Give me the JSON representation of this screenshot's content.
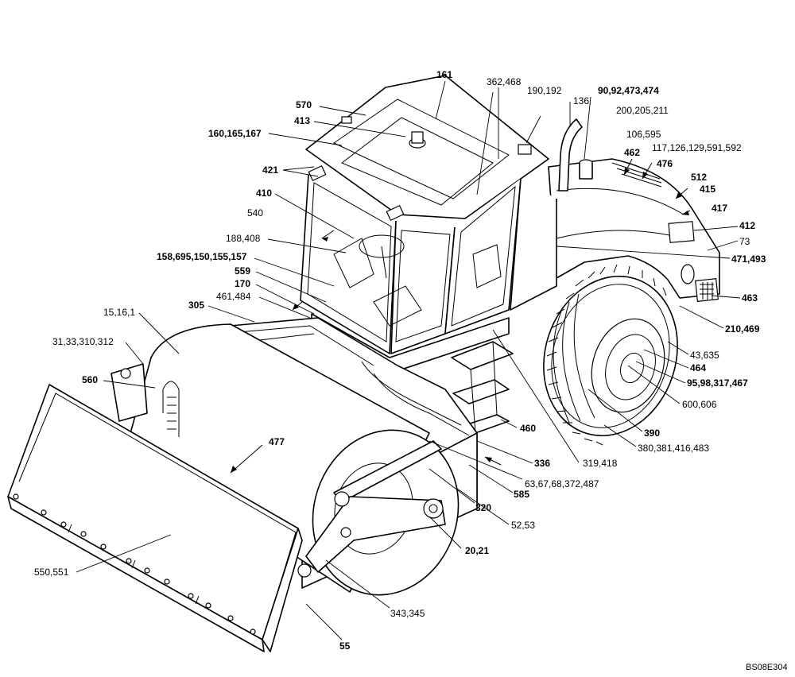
{
  "diagram": {
    "code": "BS08E304",
    "callouts": [
      {
        "id": "c161",
        "text": "161",
        "bold": true
      },
      {
        "id": "c570",
        "text": "570",
        "bold": true
      },
      {
        "id": "c413",
        "text": "413",
        "bold": true
      },
      {
        "id": "c160",
        "text": "160,165,167",
        "bold": true
      },
      {
        "id": "c421",
        "text": "421",
        "bold": true
      },
      {
        "id": "c410",
        "text": "410",
        "bold": true
      },
      {
        "id": "c540",
        "text": "540",
        "bold": false
      },
      {
        "id": "c188",
        "text": "188,408",
        "bold": false
      },
      {
        "id": "c158",
        "text": "158,695,150,155,157",
        "bold": true
      },
      {
        "id": "c559",
        "text": "559",
        "bold": true
      },
      {
        "id": "c170",
        "text": "170",
        "bold": true
      },
      {
        "id": "c461",
        "text": "461,484",
        "bold": false
      },
      {
        "id": "c305",
        "text": "305",
        "bold": true
      },
      {
        "id": "c15",
        "text": "15,16,1",
        "bold": false
      },
      {
        "id": "c31",
        "text": "31,33,310,312",
        "bold": false
      },
      {
        "id": "c560",
        "text": "560",
        "bold": true
      },
      {
        "id": "c477",
        "text": "477",
        "bold": true
      },
      {
        "id": "c550",
        "text": "550,551",
        "bold": false
      },
      {
        "id": "c55",
        "text": "55",
        "bold": true
      },
      {
        "id": "c343",
        "text": "343,345",
        "bold": false
      },
      {
        "id": "c20",
        "text": "20,21",
        "bold": true
      },
      {
        "id": "c52",
        "text": "52,53",
        "bold": false
      },
      {
        "id": "c320",
        "text": "320",
        "bold": true
      },
      {
        "id": "c585",
        "text": "585",
        "bold": true
      },
      {
        "id": "c63",
        "text": "63,67,68,372,487",
        "bold": false
      },
      {
        "id": "c336",
        "text": "336",
        "bold": true
      },
      {
        "id": "c460",
        "text": "460",
        "bold": true
      },
      {
        "id": "c319",
        "text": "319,418",
        "bold": false
      },
      {
        "id": "c380",
        "text": "380,381,416,483",
        "bold": false
      },
      {
        "id": "c390",
        "text": "390",
        "bold": true
      },
      {
        "id": "c600",
        "text": "600,606",
        "bold": false
      },
      {
        "id": "c95",
        "text": "95,98,317,467",
        "bold": true
      },
      {
        "id": "c464",
        "text": "464",
        "bold": true
      },
      {
        "id": "c43",
        "text": "43,635",
        "bold": false
      },
      {
        "id": "c210",
        "text": "210,469",
        "bold": true
      },
      {
        "id": "c463",
        "text": "463",
        "bold": true
      },
      {
        "id": "c471",
        "text": "471,493",
        "bold": true
      },
      {
        "id": "c73",
        "text": "73",
        "bold": false
      },
      {
        "id": "c412",
        "text": "412",
        "bold": true
      },
      {
        "id": "c417",
        "text": "417",
        "bold": true
      },
      {
        "id": "c415",
        "text": "415",
        "bold": true
      },
      {
        "id": "c512",
        "text": "512",
        "bold": true
      },
      {
        "id": "c117",
        "text": "117,126,129,591,592",
        "bold": false
      },
      {
        "id": "c476",
        "text": "476",
        "bold": true
      },
      {
        "id": "c106",
        "text": "106,595",
        "bold": false
      },
      {
        "id": "c462",
        "text": "462",
        "bold": true
      },
      {
        "id": "c200",
        "text": "200,205,211",
        "bold": false
      },
      {
        "id": "c90",
        "text": "90,92,473,474",
        "bold": true
      },
      {
        "id": "c136",
        "text": "136",
        "bold": false
      },
      {
        "id": "c190",
        "text": "190,192",
        "bold": false
      },
      {
        "id": "c362",
        "text": "362,468",
        "bold": false
      }
    ]
  }
}
